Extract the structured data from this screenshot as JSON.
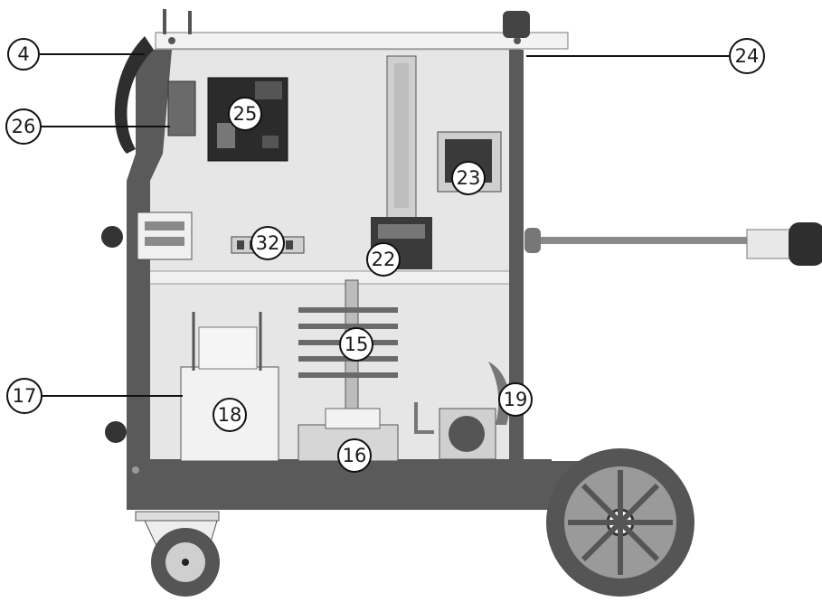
{
  "diagram": {
    "callouts": [
      {
        "id": "c4",
        "label": "4"
      },
      {
        "id": "c26",
        "label": "26"
      },
      {
        "id": "c25",
        "label": "25"
      },
      {
        "id": "c24",
        "label": "24"
      },
      {
        "id": "c23",
        "label": "23"
      },
      {
        "id": "c32",
        "label": "32"
      },
      {
        "id": "c22",
        "label": "22"
      },
      {
        "id": "c15",
        "label": "15"
      },
      {
        "id": "c17",
        "label": "17"
      },
      {
        "id": "c18",
        "label": "18"
      },
      {
        "id": "c19",
        "label": "19"
      },
      {
        "id": "c16",
        "label": "16"
      }
    ]
  },
  "colors": {
    "frame": "#5a5a5a",
    "panel": "#e6e6e6",
    "component_dark": "#3a3a3a",
    "callout_border": "#111111"
  }
}
